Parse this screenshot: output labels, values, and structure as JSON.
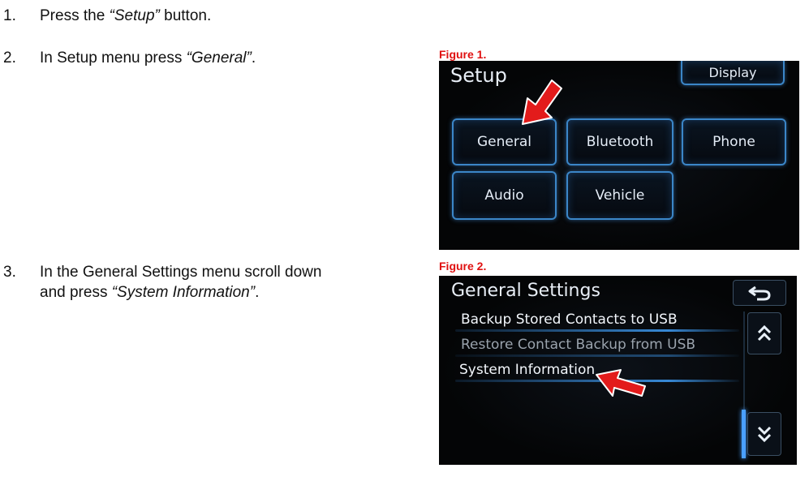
{
  "steps": [
    {
      "num": "1.",
      "pre": "Press the ",
      "emph": "“Setup”",
      "post": " button."
    },
    {
      "num": "2.",
      "pre": "In Setup menu press ",
      "emph": "“General”",
      "post": "."
    },
    {
      "num": "3.",
      "line1": "In the General Settings menu scroll down",
      "pre": "and press ",
      "emph": "“System Information”",
      "post": "."
    }
  ],
  "figure1": {
    "caption": "Figure 1.",
    "title": "Setup",
    "display_button": "Display",
    "buttons": [
      "General",
      "Bluetooth",
      "Phone",
      "Audio",
      "Vehicle"
    ]
  },
  "figure2": {
    "caption": "Figure 2.",
    "title": "General Settings",
    "items": [
      "Backup Stored Contacts to USB",
      "Restore Contact Backup from USB",
      "System Information"
    ]
  },
  "icons": {
    "arrow": "red-pointer-arrow",
    "back": "back-arrow-icon",
    "up": "double-chevron-up-icon",
    "down": "double-chevron-down-icon"
  },
  "colors": {
    "caption": "#e01010",
    "accent": "#3b86c8",
    "pointer": "#e31b1b"
  }
}
